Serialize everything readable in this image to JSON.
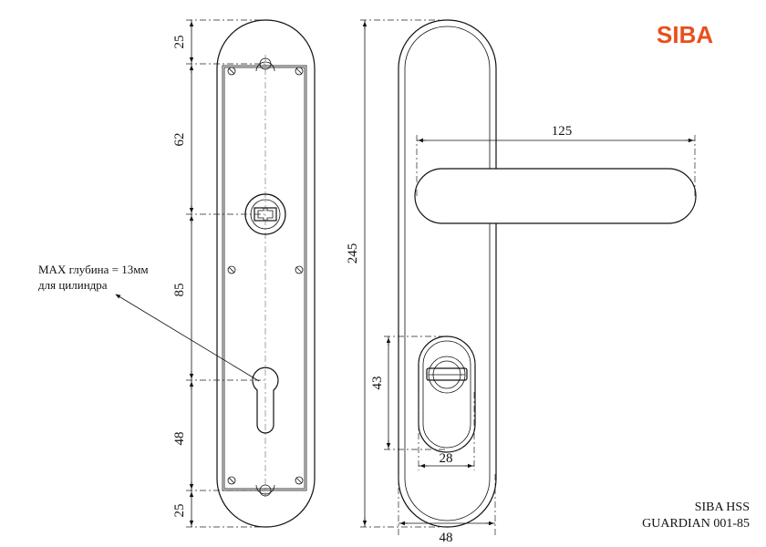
{
  "brand": {
    "logo": "SIBA",
    "logo_color": "#e8501d"
  },
  "note": {
    "line1": "MAX глубина = 13мм",
    "line2": "для цилиндра"
  },
  "caption": {
    "model": "SIBA HSS",
    "series": "GUARDIAN 001-85"
  },
  "front_view": {
    "dims": {
      "top": "25",
      "upper": "62",
      "middle": "85",
      "lower": "48",
      "bottom": "25"
    }
  },
  "side_view": {
    "dims": {
      "height": "245",
      "handle": "125",
      "escutcheon_height": "43",
      "escutcheon_width": "28",
      "width": "48"
    }
  },
  "colors": {
    "line": "#111111",
    "background": "#ffffff"
  }
}
